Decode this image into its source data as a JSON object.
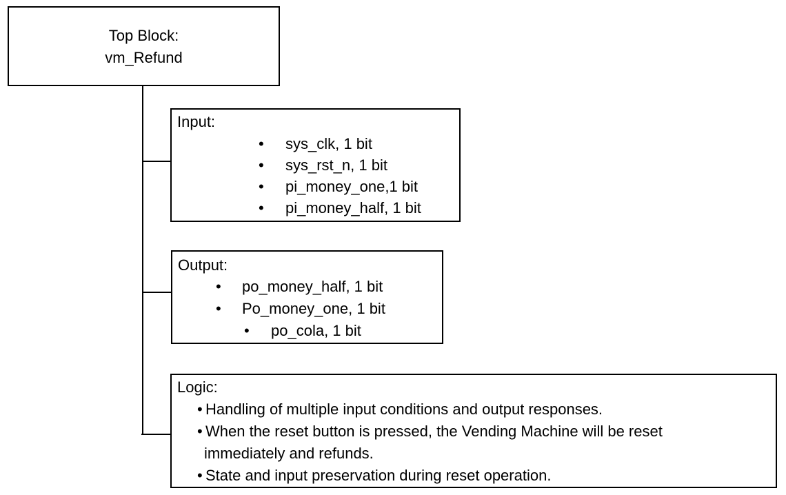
{
  "top_block": {
    "line1": "Top Block:",
    "line2": "vm_Refund"
  },
  "input_block": {
    "heading": "Input:",
    "items": [
      "sys_clk, 1 bit",
      "sys_rst_n, 1 bit",
      "pi_money_one,1 bit",
      "pi_money_half, 1 bit"
    ]
  },
  "output_block": {
    "heading": "Output:",
    "items": [
      "po_money_half, 1 bit",
      "Po_money_one, 1 bit",
      "po_cola, 1 bit"
    ]
  },
  "logic_block": {
    "heading": "Logic:",
    "item1": "Handling of multiple input conditions and output responses.",
    "item2_line1": "When the reset button is pressed, the Vending Machine will be reset",
    "item2_line2": "immediately and refunds.",
    "item3": "State and input preservation during reset operation."
  }
}
